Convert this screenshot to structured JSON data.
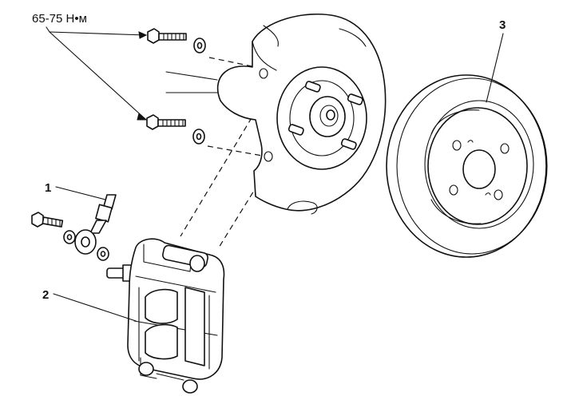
{
  "annotations": {
    "torque_spec": "65-75 Н•м",
    "callout_1": "1",
    "callout_2": "2",
    "callout_3": "3"
  }
}
